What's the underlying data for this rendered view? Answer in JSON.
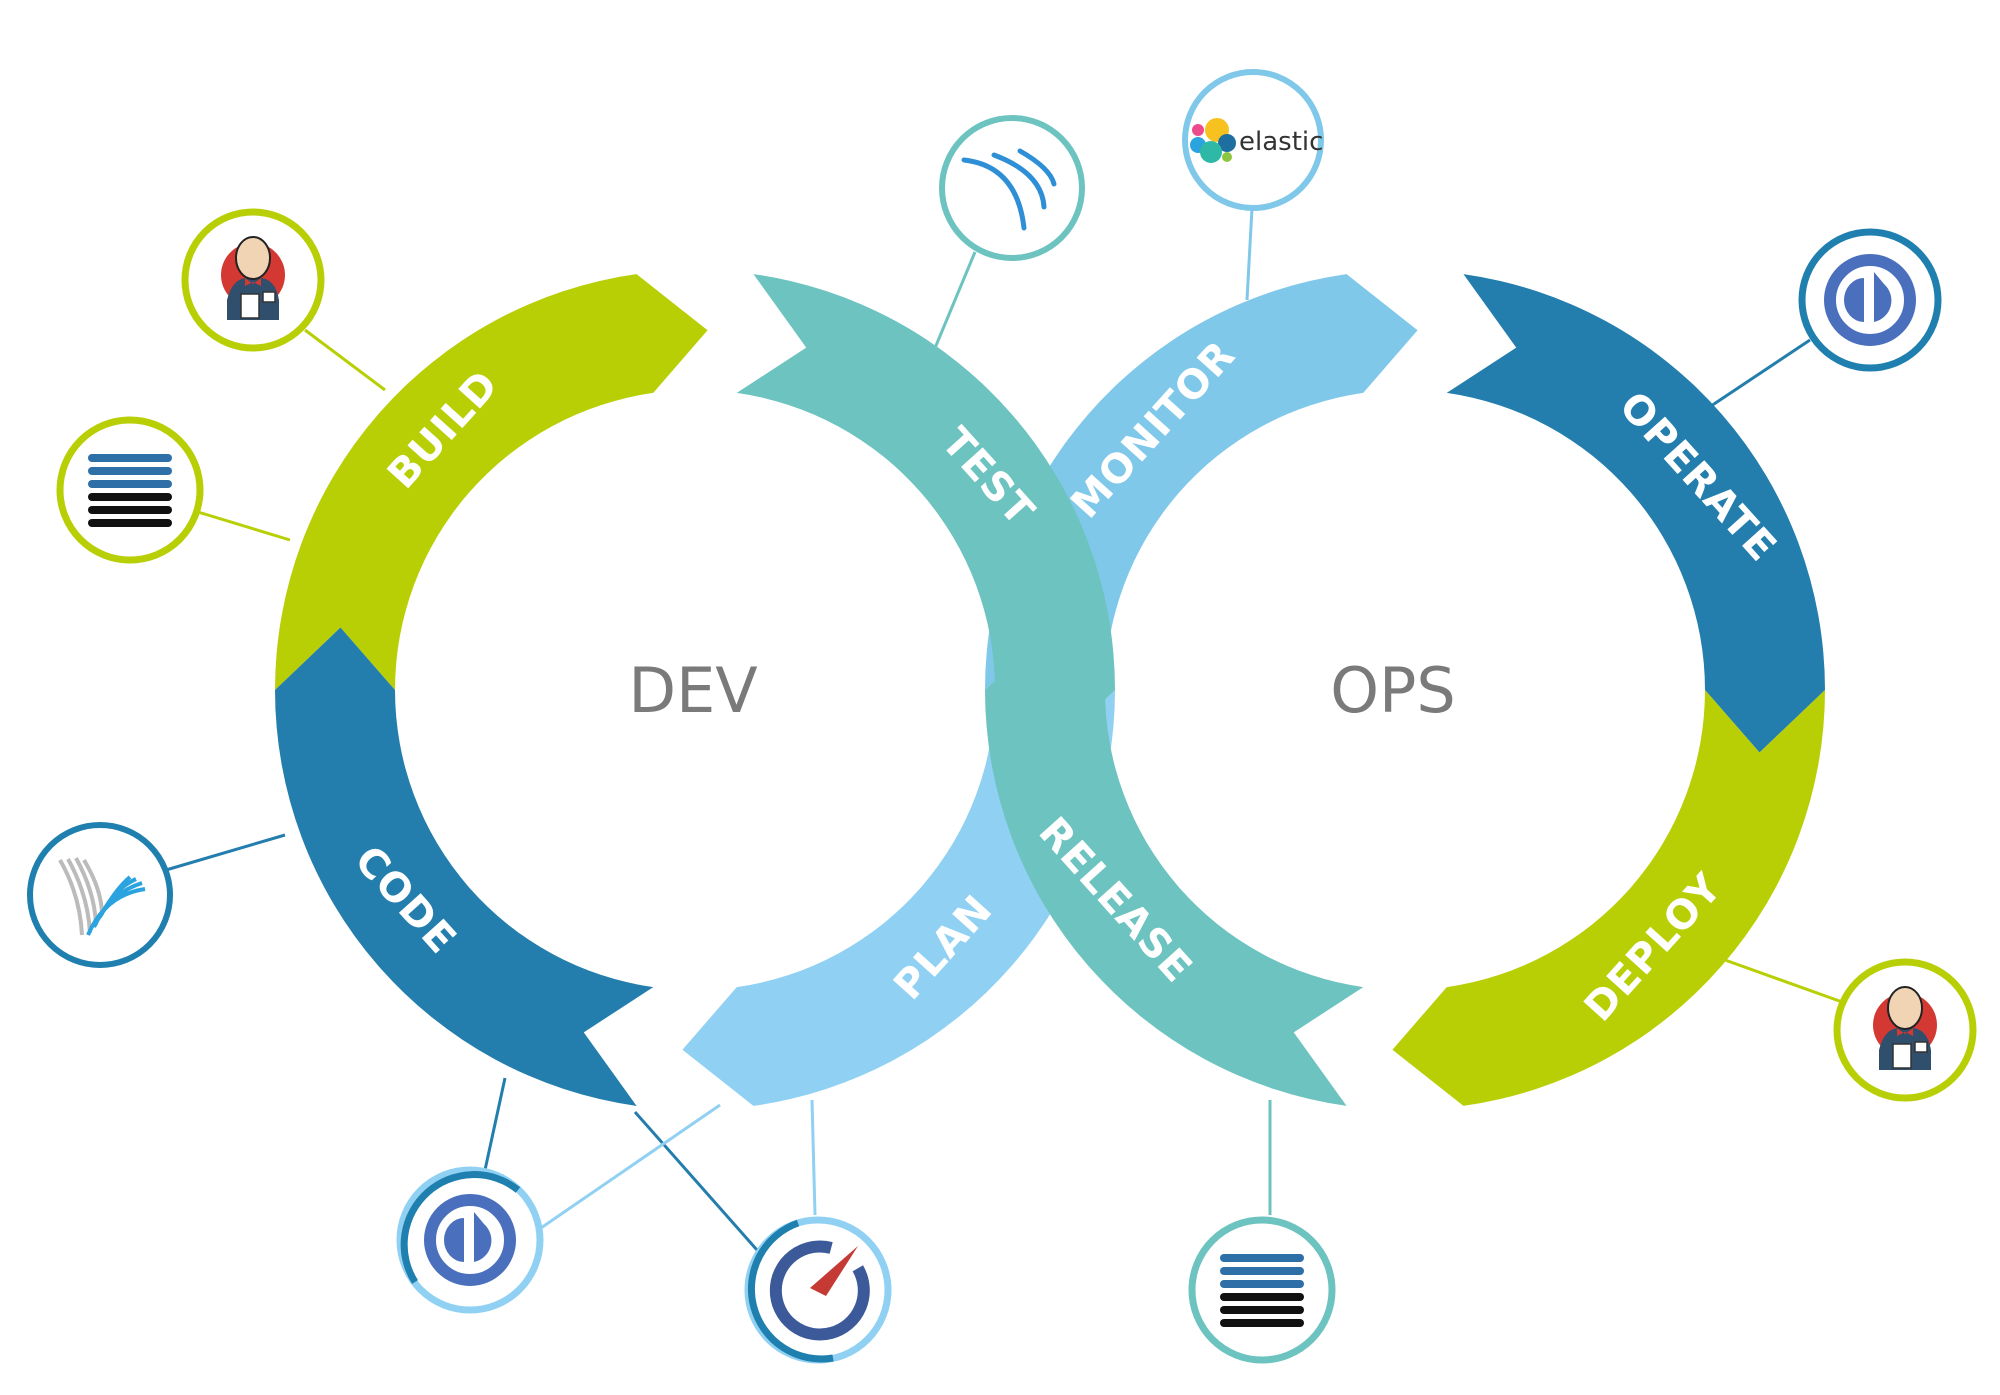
{
  "diagram": {
    "title": "DevOps lifecycle",
    "center_labels": {
      "dev": "DEV",
      "ops": "OPS"
    },
    "colors": {
      "lime": "#b8cf06",
      "teal": "#6cc3bf",
      "sky": "#80c8ea",
      "light_sky": "#90d1f3",
      "steel_blue": "#237ead",
      "center_text": "#7a7a7a"
    },
    "stages": [
      {
        "id": "build",
        "label": "BUILD",
        "loop": "dev",
        "color": "#b8cf06"
      },
      {
        "id": "test",
        "label": "TEST",
        "loop": "dev",
        "color": "#6cc3bf"
      },
      {
        "id": "plan",
        "label": "PLAN",
        "loop": "dev",
        "color": "#90d1f3"
      },
      {
        "id": "code",
        "label": "CODE",
        "loop": "dev",
        "color": "#237ead"
      },
      {
        "id": "monitor",
        "label": "MONITOR",
        "loop": "ops",
        "color": "#80c8ea"
      },
      {
        "id": "operate",
        "label": "OPERATE",
        "loop": "ops",
        "color": "#237ead"
      },
      {
        "id": "deploy",
        "label": "DEPLOY",
        "loop": "ops",
        "color": "#b8cf06"
      },
      {
        "id": "release",
        "label": "RELEASE",
        "loop": "ops",
        "color": "#6cc3bf"
      }
    ],
    "tools": [
      {
        "id": "jenkins-build",
        "icon": "jenkins-butler-icon",
        "stage": "build"
      },
      {
        "id": "stack-build",
        "icon": "stacked-bars-icon",
        "stage": "build"
      },
      {
        "id": "test-tool",
        "icon": "curved-arcs-icon",
        "stage": "test"
      },
      {
        "id": "elastic",
        "icon": "elastic-logo-icon",
        "stage": "monitor",
        "text": "elastic"
      },
      {
        "id": "operate-tool",
        "icon": "power-d-logo-icon",
        "stage": "operate"
      },
      {
        "id": "code-wing",
        "icon": "wing-logo-icon",
        "stage": "code"
      },
      {
        "id": "code-plan-tool",
        "icon": "power-d-logo-icon",
        "stage": "code"
      },
      {
        "id": "plan-gauge",
        "icon": "gauge-icon",
        "stage": "plan"
      },
      {
        "id": "release-stack",
        "icon": "stacked-bars-icon",
        "stage": "release"
      },
      {
        "id": "jenkins-deploy",
        "icon": "jenkins-butler-icon",
        "stage": "deploy"
      }
    ]
  }
}
